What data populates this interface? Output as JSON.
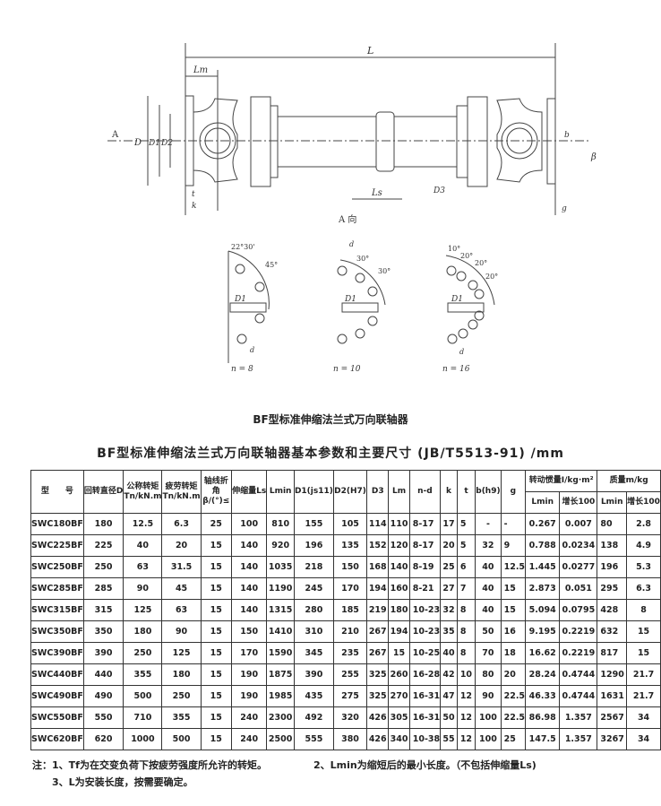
{
  "drawing": {
    "labels": {
      "L": "L",
      "Lm": "Lm",
      "A": "A",
      "D": "D",
      "D1": "D1",
      "D2": "D2",
      "t": "t",
      "k": "k",
      "Ls": "Ls",
      "D3": "D3",
      "b": "b",
      "g": "g",
      "beta": "β",
      "view": "A 向"
    },
    "bolt_patterns": [
      {
        "n": "n = 8",
        "angles": [
          "22°30'",
          "45°"
        ],
        "d": "d",
        "D1": "D1"
      },
      {
        "n": "n = 10",
        "angles": [
          "30°",
          "30°"
        ],
        "d": "d",
        "D1": "D1"
      },
      {
        "n": "n = 16",
        "angles": [
          "10°",
          "20°",
          "20°",
          "20°"
        ],
        "d": "d",
        "D1": "D1"
      }
    ]
  },
  "title": "BF型标准伸缩法兰式万向联轴器",
  "table_title": "BF型标准伸缩法兰式万向联轴器基本参数和主要尺寸 (JB/T5513-91) /mm",
  "table": {
    "headers": [
      "型　　号",
      "回转直径D",
      "公称转矩Tn/kN.m",
      "疲劳转矩Tn/kN.m",
      "轴线折角β/(°)≤",
      "伸缩量Ls",
      "Lmin",
      "D1(js11)",
      "D2(H7)",
      "D3",
      "Lm",
      "n-d",
      "k",
      "t",
      "b(h9)",
      "g",
      "转动惯量I/kg·m²",
      "质量m/kg"
    ],
    "subheaders": [
      "Lmin",
      "增长100",
      "Lmin",
      "增长100"
    ],
    "rows": [
      [
        "SWC180BF",
        "180",
        "12.5",
        "6.3",
        "25",
        "100",
        "810",
        "155",
        "105",
        "114",
        "110",
        "8-17",
        "17",
        "5",
        "-",
        "-",
        "0.267",
        "0.007",
        "80",
        "2.8"
      ],
      [
        "SWC225BF",
        "225",
        "40",
        "20",
        "15",
        "140",
        "920",
        "196",
        "135",
        "152",
        "120",
        "8-17",
        "20",
        "5",
        "32",
        "9",
        "0.788",
        "0.0234",
        "138",
        "4.9"
      ],
      [
        "SWC250BF",
        "250",
        "63",
        "31.5",
        "15",
        "140",
        "1035",
        "218",
        "150",
        "168",
        "140",
        "8-19",
        "25",
        "6",
        "40",
        "12.5",
        "1.445",
        "0.0277",
        "196",
        "5.3"
      ],
      [
        "SWC285BF",
        "285",
        "90",
        "45",
        "15",
        "140",
        "1190",
        "245",
        "170",
        "194",
        "160",
        "8-21",
        "27",
        "7",
        "40",
        "15",
        "2.873",
        "0.051",
        "295",
        "6.3"
      ],
      [
        "SWC315BF",
        "315",
        "125",
        "63",
        "15",
        "140",
        "1315",
        "280",
        "185",
        "219",
        "180",
        "10-23",
        "32",
        "8",
        "40",
        "15",
        "5.094",
        "0.0795",
        "428",
        "8"
      ],
      [
        "SWC350BF",
        "350",
        "180",
        "90",
        "15",
        "150",
        "1410",
        "310",
        "210",
        "267",
        "194",
        "10-23",
        "35",
        "8",
        "50",
        "16",
        "9.195",
        "0.2219",
        "632",
        "15"
      ],
      [
        "SWC390BF",
        "390",
        "250",
        "125",
        "15",
        "170",
        "1590",
        "345",
        "235",
        "267",
        "15",
        "10-25",
        "40",
        "8",
        "70",
        "18",
        "16.62",
        "0.2219",
        "817",
        "15"
      ],
      [
        "SWC440BF",
        "440",
        "355",
        "180",
        "15",
        "190",
        "1875",
        "390",
        "255",
        "325",
        "260",
        "16-28",
        "42",
        "10",
        "80",
        "20",
        "28.24",
        "0.4744",
        "1290",
        "21.7"
      ],
      [
        "SWC490BF",
        "490",
        "500",
        "250",
        "15",
        "190",
        "1985",
        "435",
        "275",
        "325",
        "270",
        "16-31",
        "47",
        "12",
        "90",
        "22.5",
        "46.33",
        "0.4744",
        "1631",
        "21.7"
      ],
      [
        "SWC550BF",
        "550",
        "710",
        "355",
        "15",
        "240",
        "2300",
        "492",
        "320",
        "426",
        "305",
        "16-31",
        "50",
        "12",
        "100",
        "22.5",
        "86.98",
        "1.357",
        "2567",
        "34"
      ],
      [
        "SWC620BF",
        "620",
        "1000",
        "500",
        "15",
        "240",
        "2500",
        "555",
        "380",
        "426",
        "340",
        "10-38",
        "55",
        "12",
        "100",
        "25",
        "147.5",
        "1.357",
        "3267",
        "34"
      ]
    ]
  },
  "notes": {
    "n1": "注：1、Tf为在交变负荷下按疲劳强度所允许的转矩。",
    "n2": "2、Lmin为缩短后的最小长度。（不包括伸缩量Ls)",
    "n3": "3、L为安装长度，按需要确定。"
  }
}
